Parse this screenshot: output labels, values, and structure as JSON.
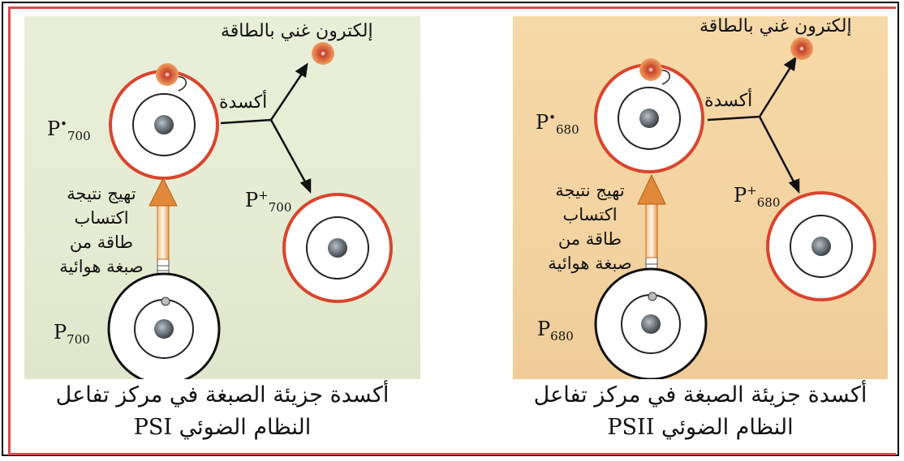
{
  "psi": {
    "energetic_electron": "إلكترون غني بالطاقة",
    "oxidation": "أكسدة",
    "excitation": "تهيج نتيجة اكتساب طاقة من صبغة هوائية",
    "excited_pigment": {
      "base": "P",
      "sup": "•",
      "sub": "700"
    },
    "oxidized_pigment": {
      "base": "P",
      "sup": "+",
      "sub": "700"
    },
    "ground_pigment": {
      "base": "P",
      "sub": "700"
    },
    "caption_line1": "أكسدة جزيئة الصبغة في مركز تفاعل",
    "caption_line2": "النظام الضوئي PSI"
  },
  "psii": {
    "energetic_electron": "إلكترون غني بالطاقة",
    "oxidation": "أكسدة",
    "excitation": "تهيج نتيجة اكتساب طاقة من صبغة هوائية",
    "excited_pigment": {
      "base": "P",
      "sup": "•",
      "sub": "680"
    },
    "oxidized_pigment": {
      "base": "P",
      "sup": "+",
      "sub": "680"
    },
    "ground_pigment": {
      "base": "P",
      "sub": "680"
    },
    "caption_line1": "أكسدة جزيئة الصبغة في مركز تفاعل",
    "caption_line2": "النظام الضوئي PSII"
  },
  "colors": {
    "orbit_red": "#d8452e",
    "electron_orange": "#e8702a",
    "arrow_orange": "#e0893a",
    "border_red": "#d84a4a"
  }
}
